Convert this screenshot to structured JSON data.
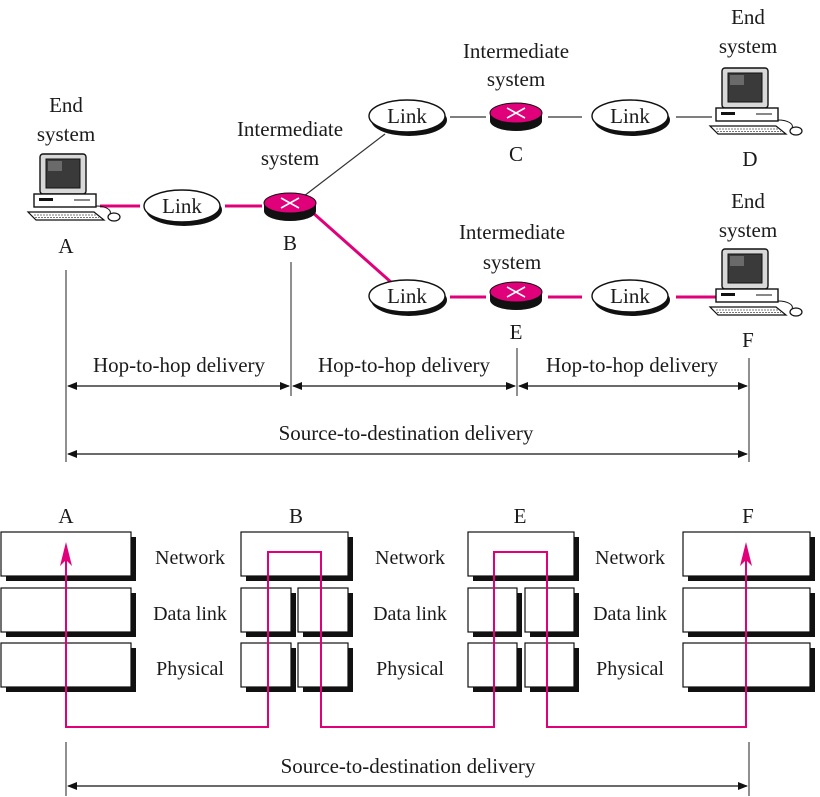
{
  "colors": {
    "accent": "#e0007a",
    "router_fill": "#e0007a",
    "line": "#222222"
  },
  "top": {
    "end_system_label": "End system",
    "end_system_line1": "End",
    "end_system_line2": "system",
    "intermediate_line1": "Intermediate",
    "intermediate_line2": "system",
    "link_label": "Link",
    "node_labels": {
      "A": "A",
      "B": "B",
      "C": "C",
      "D": "D",
      "E": "E",
      "F": "F"
    },
    "hop_labels": [
      "Hop-to-hop delivery",
      "Hop-to-hop delivery",
      "Hop-to-hop delivery"
    ],
    "source_to_destination": "Source-to-destination delivery"
  },
  "bottom": {
    "node_labels": [
      "A",
      "B",
      "E",
      "F"
    ],
    "layers": [
      "Network",
      "Data link",
      "Physical"
    ],
    "source_to_destination": "Source-to-destination delivery"
  },
  "icons": [
    "computer-icon",
    "router-icon"
  ]
}
